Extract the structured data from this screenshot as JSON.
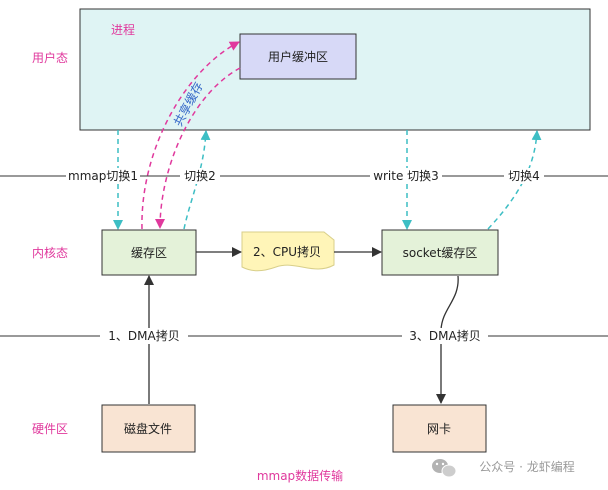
{
  "zones": {
    "user": "用户态",
    "kernel": "内核态",
    "hardware": "硬件区"
  },
  "boxes": {
    "process": "进程",
    "user_buffer": "用户缓冲区",
    "cache": "缓存区",
    "cpu_copy": "2、CPU拷贝",
    "socket_buffer": "socket缓存区",
    "disk_file": "磁盘文件",
    "nic": "网卡"
  },
  "labels": {
    "mmap_switch1": "mmap切换1",
    "switch2": "切换2",
    "write_switch3": "write 切换3",
    "switch4": "切换4",
    "dma_copy1": "1、DMA拷贝",
    "dma_copy3": "3、DMA拷贝",
    "shared_cache": "共享缓存",
    "caption": "mmap数据传输",
    "watermark": "公众号 · 龙虾编程"
  },
  "colors": {
    "process_fill": "#dff4f4",
    "user_buffer_fill": "#d7d9f7",
    "kernel_box_fill": "#e4f2d9",
    "cpu_note_fill": "#fff5b8",
    "hardware_box_fill": "#f9e4d3",
    "zone_label": "#e0399d",
    "dashed_cyan": "#3dbec4",
    "dashed_pink": "#e0399d",
    "shared_label": "#3568c8"
  }
}
